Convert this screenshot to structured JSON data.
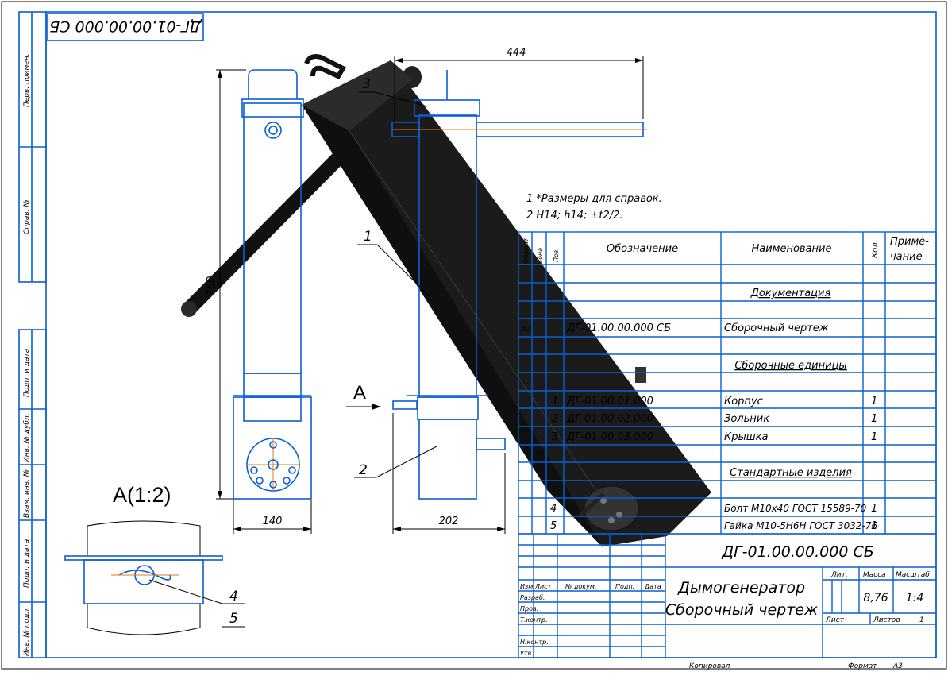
{
  "designation_stamp": "ДГ-01.00.00.000 СБ",
  "side_column": {
    "perv_primen": "Перв. примен.",
    "sprav_no": "Справ. №",
    "podp_data_1": "Подп. и дата",
    "inv_dubl": "Инв. № дубл.",
    "vzam_inv": "Взам. инв. №",
    "podp_data_2": "Подп. и дата",
    "inv_podl": "Инв. № подл."
  },
  "dimensions": {
    "d444": "444",
    "d760": "760",
    "d140": "140",
    "d202": "202"
  },
  "view": {
    "arrow_label": "А",
    "section_label": "А(1:2)"
  },
  "callouts": {
    "c1": "1",
    "c2": "2",
    "c3": "3",
    "c4": "4",
    "c5": "5"
  },
  "notes": [
    "1  *Размеры для справок.",
    "2  H14; h14; ±t2/2."
  ],
  "spec_table": {
    "headers": {
      "format": "Формат",
      "zona": "Зона",
      "poz": "Поз.",
      "oboznachenie": "Обозначение",
      "naimenovanie": "Наименование",
      "kol": "Кол.",
      "primechanie_1": "Приме-",
      "primechanie_2": "чание"
    },
    "section_documentation": "Документация",
    "doc_row": {
      "format": "А3",
      "designation": "ДГ-01.00.00.000 СБ",
      "name": "Сборочный чертеж"
    },
    "section_units": "Сборочные единицы",
    "unit_rows": [
      {
        "poz": "1",
        "designation": "ДГ-01.00.01.000",
        "name": "Корпус",
        "qty": "1"
      },
      {
        "poz": "2",
        "designation": "ДГ-01.00.02.000",
        "name": "Зольник",
        "qty": "1"
      },
      {
        "poz": "3",
        "designation": "ДГ-01.00.03.000",
        "name": "Крышка",
        "qty": "1"
      }
    ],
    "section_standard": "Стандартные изделия",
    "std_rows": [
      {
        "poz": "4",
        "name": "Болт М10х40 ГОСТ 15589-70",
        "qty": "1"
      },
      {
        "poz": "5",
        "name": "Гайка М10-5Н6Н ГОСТ 3032-76",
        "qty": "1"
      }
    ]
  },
  "title_block": {
    "designation": "ДГ-01.00.00.000 СБ",
    "title_1": "Дымогенератор",
    "title_2": "Сборочный чертеж",
    "col_izm": "Изм.",
    "col_list": "Лист",
    "col_doc": "№ докум.",
    "col_podp": "Подп.",
    "col_data": "Дата",
    "razrab": "Разраб.",
    "prov": "Пров.",
    "tkontr": "Т.контр.",
    "nkontr": "Н.контр.",
    "utv": "Утв.",
    "lit": "Лит.",
    "massa": "Масса",
    "masshtab": "Масштаб",
    "massa_value": "8,76",
    "masshtab_value": "1:4",
    "list": "Лист",
    "listov": "Листов",
    "listov_value": "1"
  },
  "footer": {
    "kopiroval": "Копировал",
    "format": "Формат",
    "format_value": "А3"
  },
  "colors": {
    "drawing_lines": "#0a5fd1",
    "body_fill": "#1a1a1a",
    "centerline": "#e07a10"
  }
}
